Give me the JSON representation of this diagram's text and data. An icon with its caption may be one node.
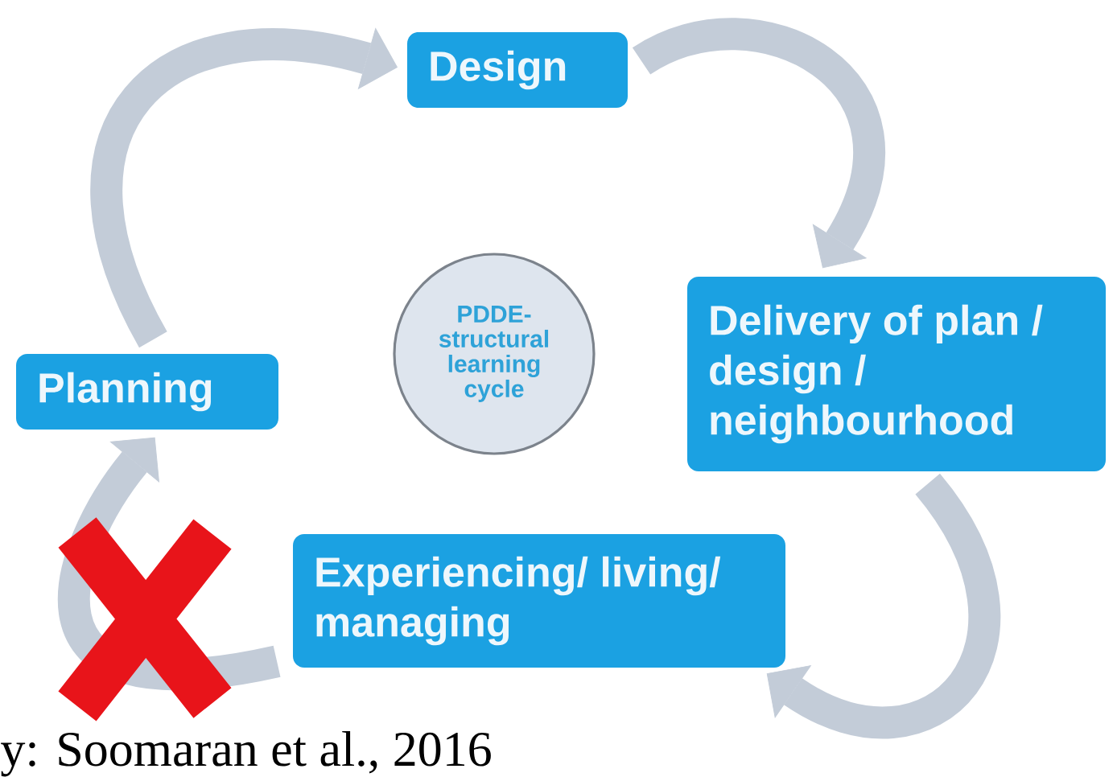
{
  "diagram": {
    "caption": "y: Soomaran et al., 2016",
    "nodes": [
      {
        "text": [
          "Design"
        ]
      },
      {
        "text": [
          "PDDE- structural learning cycle"
        ]
      },
      {
        "text": [
          "Delivery of plan / design / neighbourhood"
        ]
      },
      {
        "text": [
          "Planning"
        ]
      },
      {
        "text": [
          "Experiencing/ living/ managing"
        ]
      }
    ],
    "edges": [
      {
        "from": 3,
        "to": 0,
        "arrow": "to"
      },
      {
        "from": 0,
        "to": 2,
        "arrow": "to"
      },
      {
        "from": 2,
        "to": 4,
        "arrow": "to"
      },
      {
        "from": 4,
        "to": 3,
        "arrow": "to"
      }
    ]
  }
}
